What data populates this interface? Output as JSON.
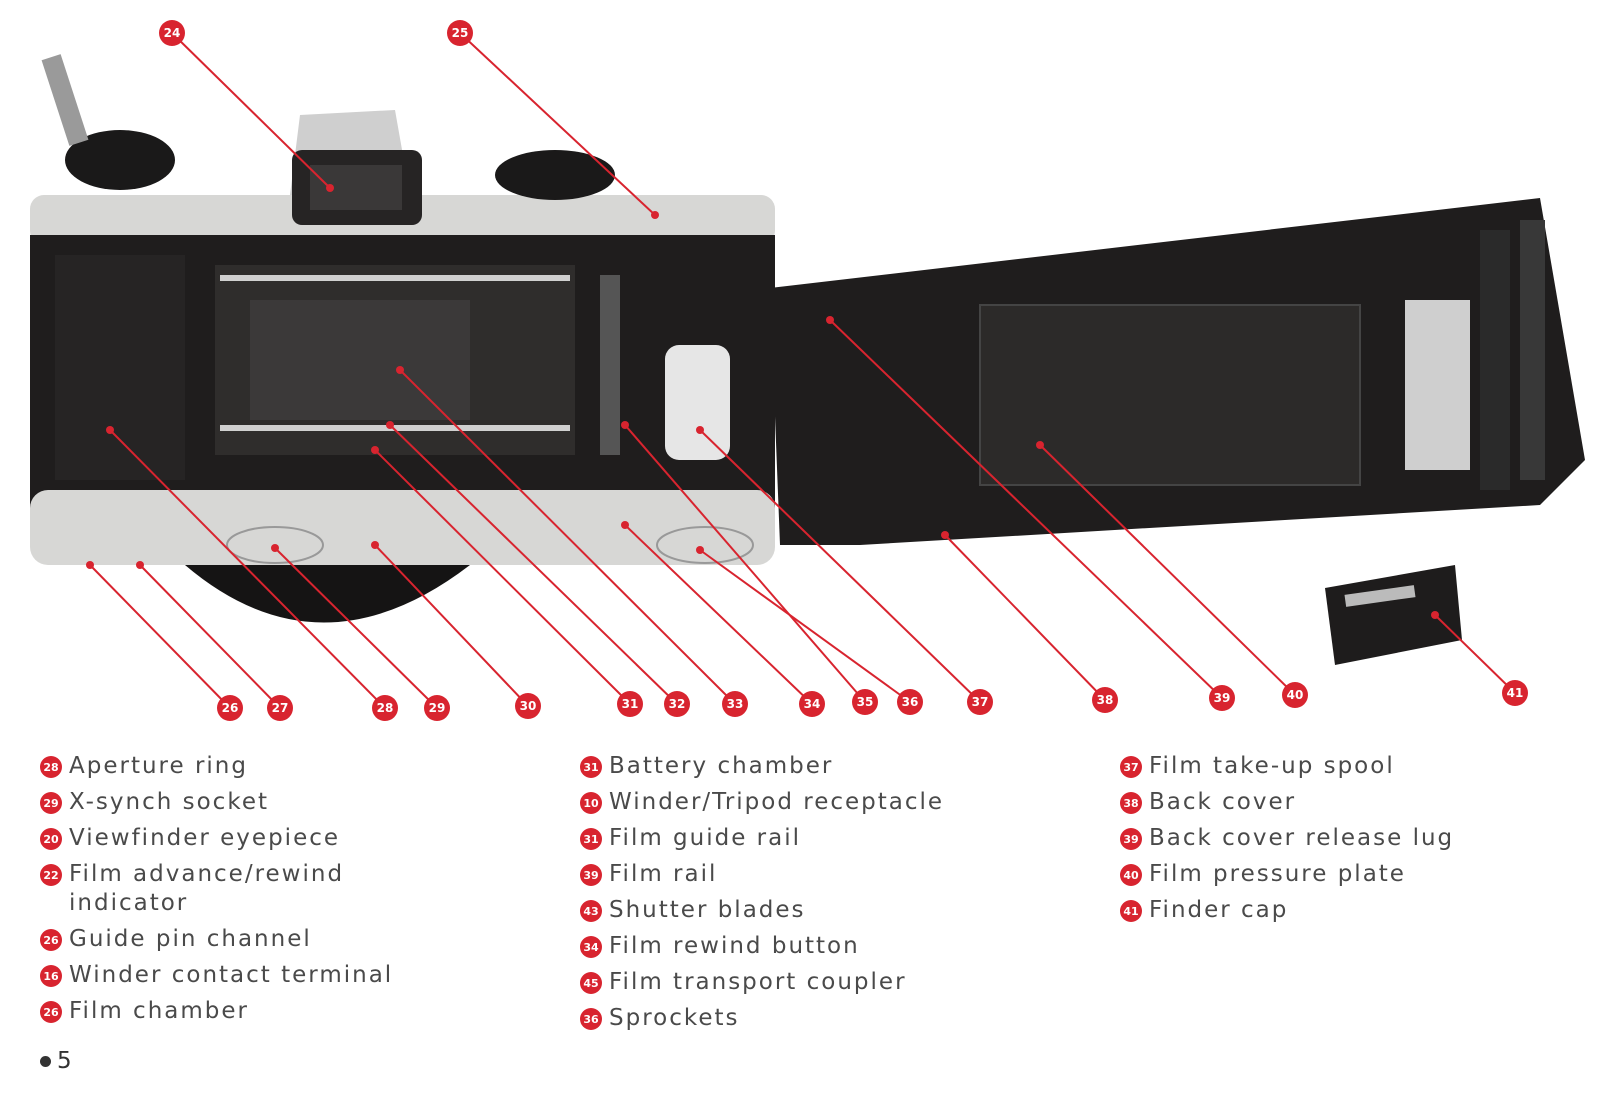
{
  "legend": [
    [
      {
        "num": "28",
        "text": "Aperture ring"
      },
      {
        "num": "29",
        "text": "X-synch socket"
      },
      {
        "num": "20",
        "text": "Viewfinder eyepiece"
      },
      {
        "num": "22",
        "text": "Film advance/rewind\nindicator"
      },
      {
        "num": "26",
        "text": "Guide pin channel"
      },
      {
        "num": "16",
        "text": "Winder contact terminal"
      },
      {
        "num": "26",
        "text": "Film chamber"
      }
    ],
    [
      {
        "num": "31",
        "text": "Battery chamber"
      },
      {
        "num": "10",
        "text": "Winder/Tripod receptacle"
      },
      {
        "num": "31",
        "text": "Film guide rail"
      },
      {
        "num": "39",
        "text": "Film rail"
      },
      {
        "num": "43",
        "text": "Shutter blades"
      },
      {
        "num": "34",
        "text": "Film rewind button"
      },
      {
        "num": "45",
        "text": "Film transport coupler"
      },
      {
        "num": "36",
        "text": "Sprockets"
      }
    ],
    [
      {
        "num": "37",
        "text": "Film take-up spool"
      },
      {
        "num": "38",
        "text": "Back cover"
      },
      {
        "num": "39",
        "text": "Back cover release lug"
      },
      {
        "num": "40",
        "text": "Film pressure plate"
      },
      {
        "num": "41",
        "text": "Finder cap"
      }
    ]
  ],
  "callouts": [
    {
      "num": "24"
    },
    {
      "num": "25"
    },
    {
      "num": "26"
    },
    {
      "num": "27"
    },
    {
      "num": "28"
    },
    {
      "num": "29"
    },
    {
      "num": "30"
    },
    {
      "num": "31"
    },
    {
      "num": "32"
    },
    {
      "num": "33"
    },
    {
      "num": "34"
    },
    {
      "num": "35"
    },
    {
      "num": "36"
    },
    {
      "num": "37"
    },
    {
      "num": "38"
    },
    {
      "num": "39"
    },
    {
      "num": "40"
    },
    {
      "num": "41"
    }
  ],
  "page_number": "5",
  "colors": {
    "callout": "#d8242f",
    "legend_text": "#4a4a4a",
    "camera_body": "#1f1d1d",
    "chrome": "#d7d7d5"
  }
}
